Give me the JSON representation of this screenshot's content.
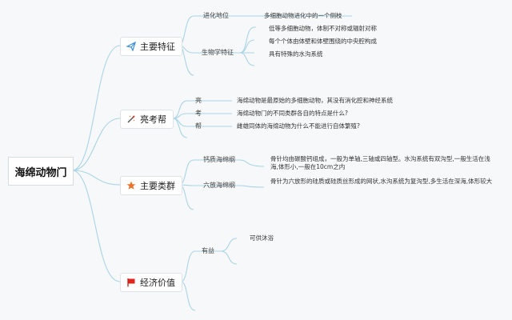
{
  "root": {
    "label": "海绵动物门"
  },
  "branches": {
    "features": {
      "label": "主要特征",
      "icon": "paper-plane-icon",
      "children": {
        "position": {
          "label": "进化地位",
          "leaves": [
            "多细胞动物进化中的一个侧枝"
          ]
        },
        "bio": {
          "label": "生物学特征",
          "leaves": [
            "低等多细胞动物，体制不对称或辐射对称",
            "每个个体由体壁和体壁围绕的中央腔构成",
            "具有特殊的水沟系统"
          ]
        }
      }
    },
    "kaobang": {
      "label": "亮考帮",
      "icon": "magic-wand-icon",
      "rows": [
        {
          "key": "亮",
          "text": "海绵动物是最原始的多细胞动物，其没有消化腔和神经系统"
        },
        {
          "key": "考",
          "text": "海绵动物门的不同类群各自的特点是什么?"
        },
        {
          "key": "帮",
          "text": "雌雄同体的海绵动物为什么不能进行自体繁殖?"
        }
      ]
    },
    "groups": {
      "label": "主要类群",
      "icon": "star-icon",
      "accent": "#e8732a",
      "children": [
        {
          "label": "钙质海绵纲",
          "text": "骨针均由碳酸钙组成，一般为单轴,三轴或四轴型。水沟系统有双沟型,一般生活在浅海,体形小,一般在10cm之内"
        },
        {
          "label": "六放海绵纲",
          "text": "骨针为六放形的硅质或硅质丝形成的网状,水沟系统为复沟型,多生活在深海,体形较大"
        }
      ]
    },
    "economy": {
      "label": "经济价值",
      "icon": "red-flag-icon",
      "accent": "#e0261b",
      "children": {
        "beneficial": {
          "label": "有益",
          "leaves": [
            "可供沐浴"
          ]
        }
      }
    }
  },
  "colors": {
    "edge": "#a9d4e6",
    "accent": "#e8732a",
    "flag": "#e0261b"
  }
}
